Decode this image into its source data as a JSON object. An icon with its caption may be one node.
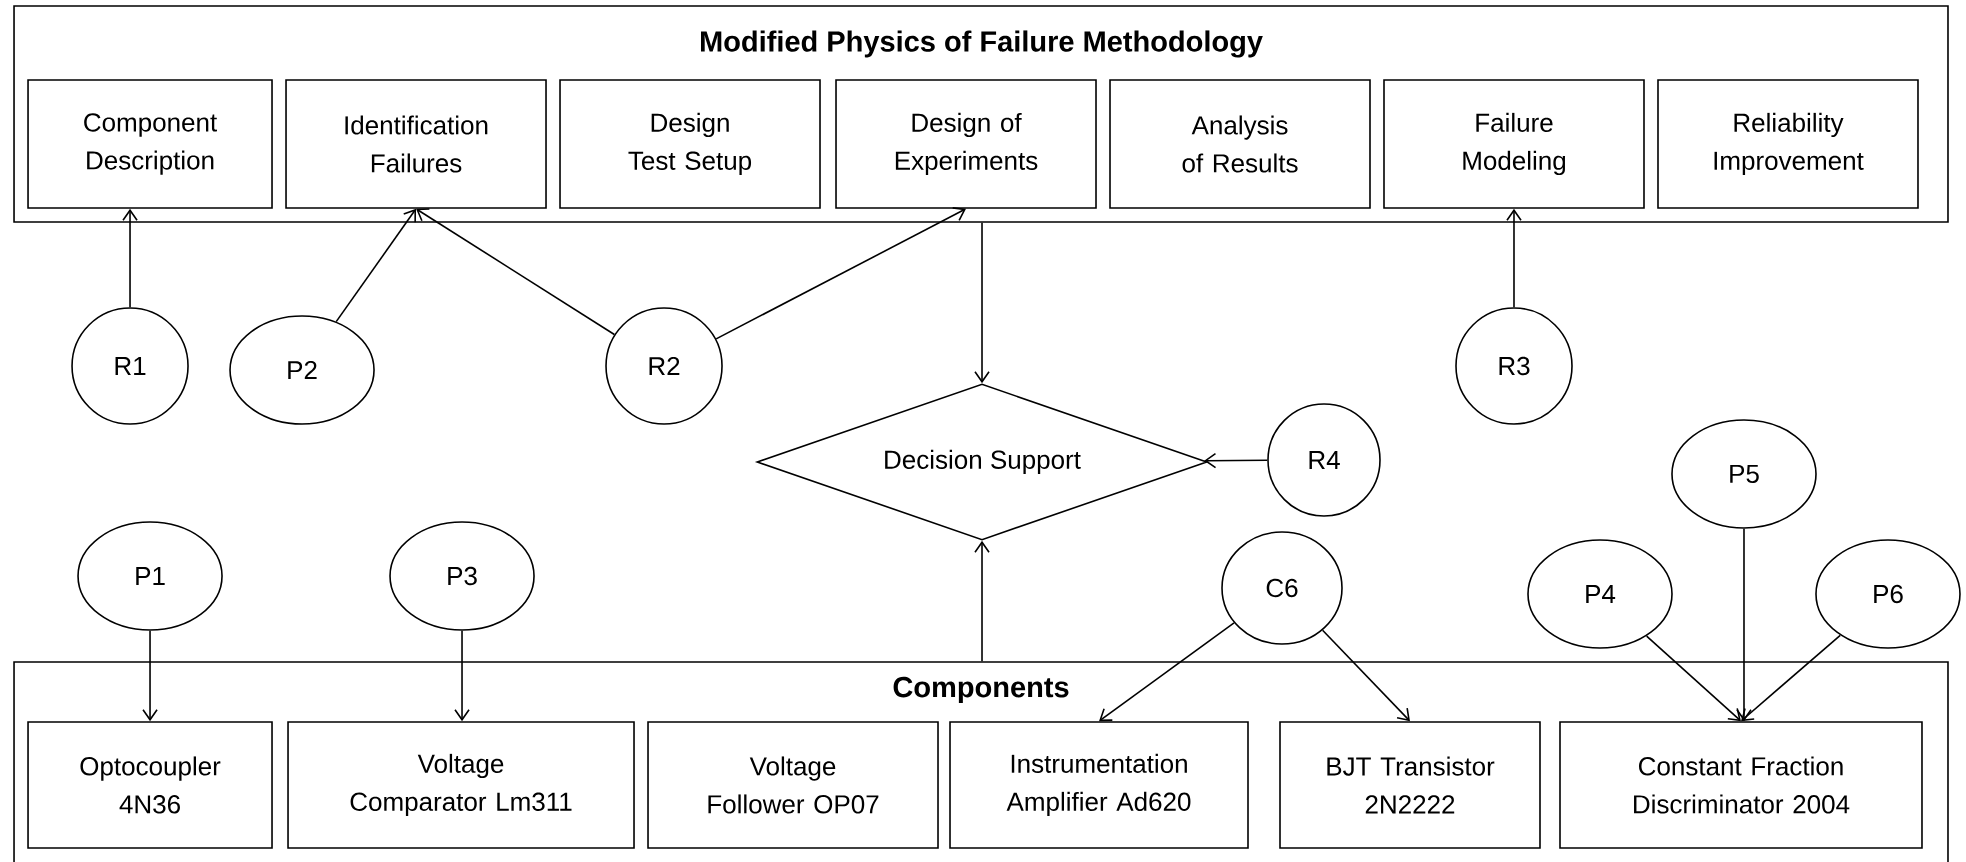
{
  "diagram": {
    "nodes": [
      {
        "text": [
          "Modified Physics of Failure Methodology"
        ]
      },
      {
        "text": [
          "Component Description"
        ],
        "in": 0
      },
      {
        "text": [
          "Identification Failures"
        ],
        "in": 0
      },
      {
        "text": [
          "Design Test Setup"
        ],
        "in": 0
      },
      {
        "text": [
          "Design of Experiments"
        ],
        "in": 0
      },
      {
        "text": [
          "Analysis of Results"
        ],
        "in": 0
      },
      {
        "text": [
          "Failure Modeling"
        ],
        "in": 0
      },
      {
        "text": [
          "Reliability Improvement"
        ],
        "in": 0
      },
      {
        "text": [
          "R1"
        ]
      },
      {
        "text": [
          "P2"
        ]
      },
      {
        "text": [
          "R2"
        ]
      },
      {
        "text": [
          "R3"
        ]
      },
      {
        "text": [
          "Decision Support"
        ]
      },
      {
        "text": [
          "R4"
        ]
      },
      {
        "text": [
          "P1"
        ]
      },
      {
        "text": [
          "P3"
        ]
      },
      {
        "text": [
          "C6"
        ]
      },
      {
        "text": [
          "P4"
        ]
      },
      {
        "text": [
          "P5"
        ]
      },
      {
        "text": [
          "P6"
        ]
      },
      {
        "text": [
          "Components"
        ]
      },
      {
        "text": [
          "Optocoupler 4N36"
        ],
        "in": 20
      },
      {
        "text": [
          "Voltage Comparator Lm311"
        ],
        "in": 20
      },
      {
        "text": [
          "Voltage Follower OP07"
        ],
        "in": 20
      },
      {
        "text": [
          "Instrumentation Amplifier Ad620"
        ],
        "in": 20
      },
      {
        "text": [
          "BJT Transistor 2N2222"
        ],
        "in": 20
      },
      {
        "text": [
          "Constant Fraction Discriminator 2004"
        ],
        "in": 20
      }
    ],
    "edges": [
      {
        "from": 8,
        "to": 1,
        "arrow": "to"
      },
      {
        "from": 9,
        "to": 2,
        "arrow": "to"
      },
      {
        "from": 10,
        "to": 2,
        "arrow": "to"
      },
      {
        "from": 10,
        "to": 4,
        "arrow": "to"
      },
      {
        "from": 11,
        "to": 6,
        "arrow": "to"
      },
      {
        "from": 0,
        "to": 12,
        "arrow": "to"
      },
      {
        "from": 13,
        "to": 12,
        "arrow": "to"
      },
      {
        "from": 20,
        "to": 12,
        "arrow": "to"
      },
      {
        "from": 14,
        "to": 21,
        "arrow": "to"
      },
      {
        "from": 15,
        "to": 22,
        "arrow": "to"
      },
      {
        "from": 16,
        "to": 24,
        "arrow": "to"
      },
      {
        "from": 16,
        "to": 25,
        "arrow": "to"
      },
      {
        "from": 17,
        "to": 26,
        "arrow": "to"
      },
      {
        "from": 18,
        "to": 26,
        "arrow": "to"
      },
      {
        "from": 19,
        "to": 26,
        "arrow": "to"
      }
    ]
  }
}
